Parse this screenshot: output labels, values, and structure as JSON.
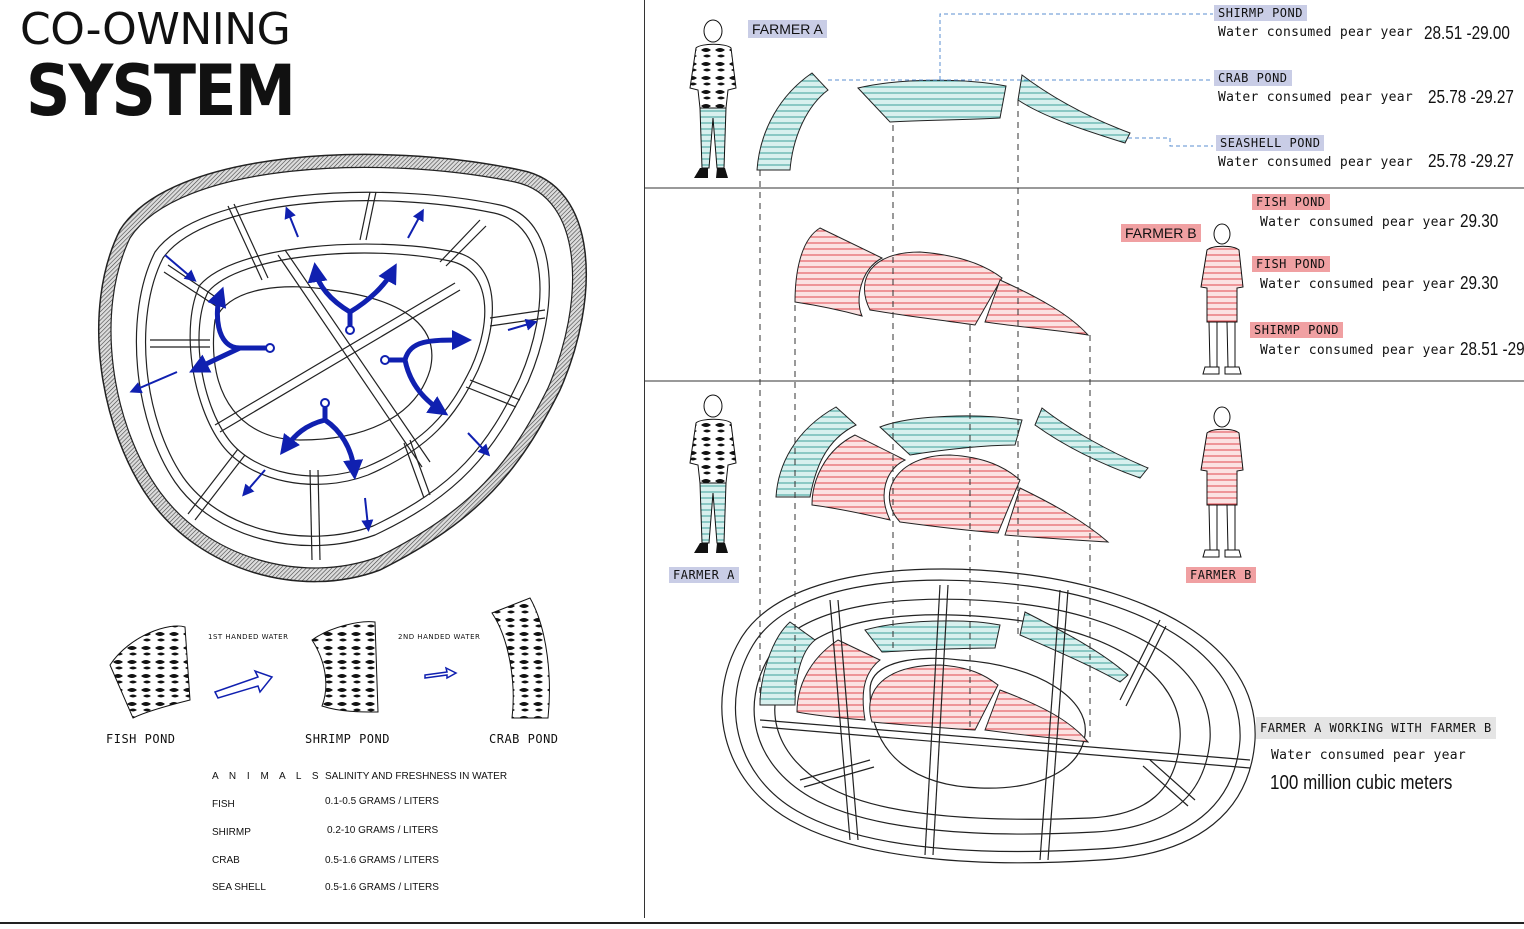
{
  "title": {
    "line1": "CO-OWNING",
    "line2": "SYSTEM"
  },
  "flow": {
    "step1_label": "1ST HANDED WATER",
    "step2_label": "2ND HANDED WATER",
    "ponds": [
      "FISH POND",
      "SHRIMP POND",
      "CRAB POND"
    ]
  },
  "salinity_table": {
    "header_animals": "A N I M A L S",
    "header_salinity": "SALINITY AND FRESHNESS IN WATER",
    "rows": [
      {
        "animal": "FISH",
        "value": "0.1-0.5 GRAMS / LITERS"
      },
      {
        "animal": "SHIRMP",
        "value": "0.2-10 GRAMS / LITERS"
      },
      {
        "animal": "CRAB",
        "value": "0.5-1.6 GRAMS / LITERS"
      },
      {
        "animal": "SEA SHELL",
        "value": "0.5-1.6 GRAMS / LITERS"
      }
    ]
  },
  "farmer_a_section": {
    "farmer_label": "FARMER A",
    "ponds": [
      {
        "name": "SHIRMP POND",
        "consumption_label": "Water consumed pear year",
        "value": "28.51 -29.00"
      },
      {
        "name": "CRAB POND",
        "consumption_label": "Water consumed pear year",
        "value": "25.78 -29.27"
      },
      {
        "name": "SEASHELL POND",
        "consumption_label": "Water consumed pear year",
        "value": "25.78 -29.27"
      }
    ]
  },
  "farmer_b_section": {
    "farmer_label": "FARMER B",
    "ponds": [
      {
        "name": "FISH POND",
        "consumption_label": "Water consumed pear year",
        "value": "29.30"
      },
      {
        "name": "FISH POND",
        "consumption_label": "Water consumed pear year",
        "value": "29.30"
      },
      {
        "name": "SHIRMP POND",
        "consumption_label": "Water consumed pear year",
        "value": "28.51 -29"
      }
    ]
  },
  "combined_section": {
    "farmer_a_label": "FARMER A",
    "farmer_b_label": "FARMER B",
    "summary_tag": "FARMER A WORKING WITH FARMER B",
    "summary_label": "Water consumed pear year",
    "summary_value": "100 million cubic meters"
  },
  "colors": {
    "blue_tag": "#c9cde6",
    "red_tag": "#f0a0a2",
    "teal_hatch": "#5fb3b0",
    "red_hatch": "#e35a5e",
    "arrow_blue": "#1020b0"
  }
}
